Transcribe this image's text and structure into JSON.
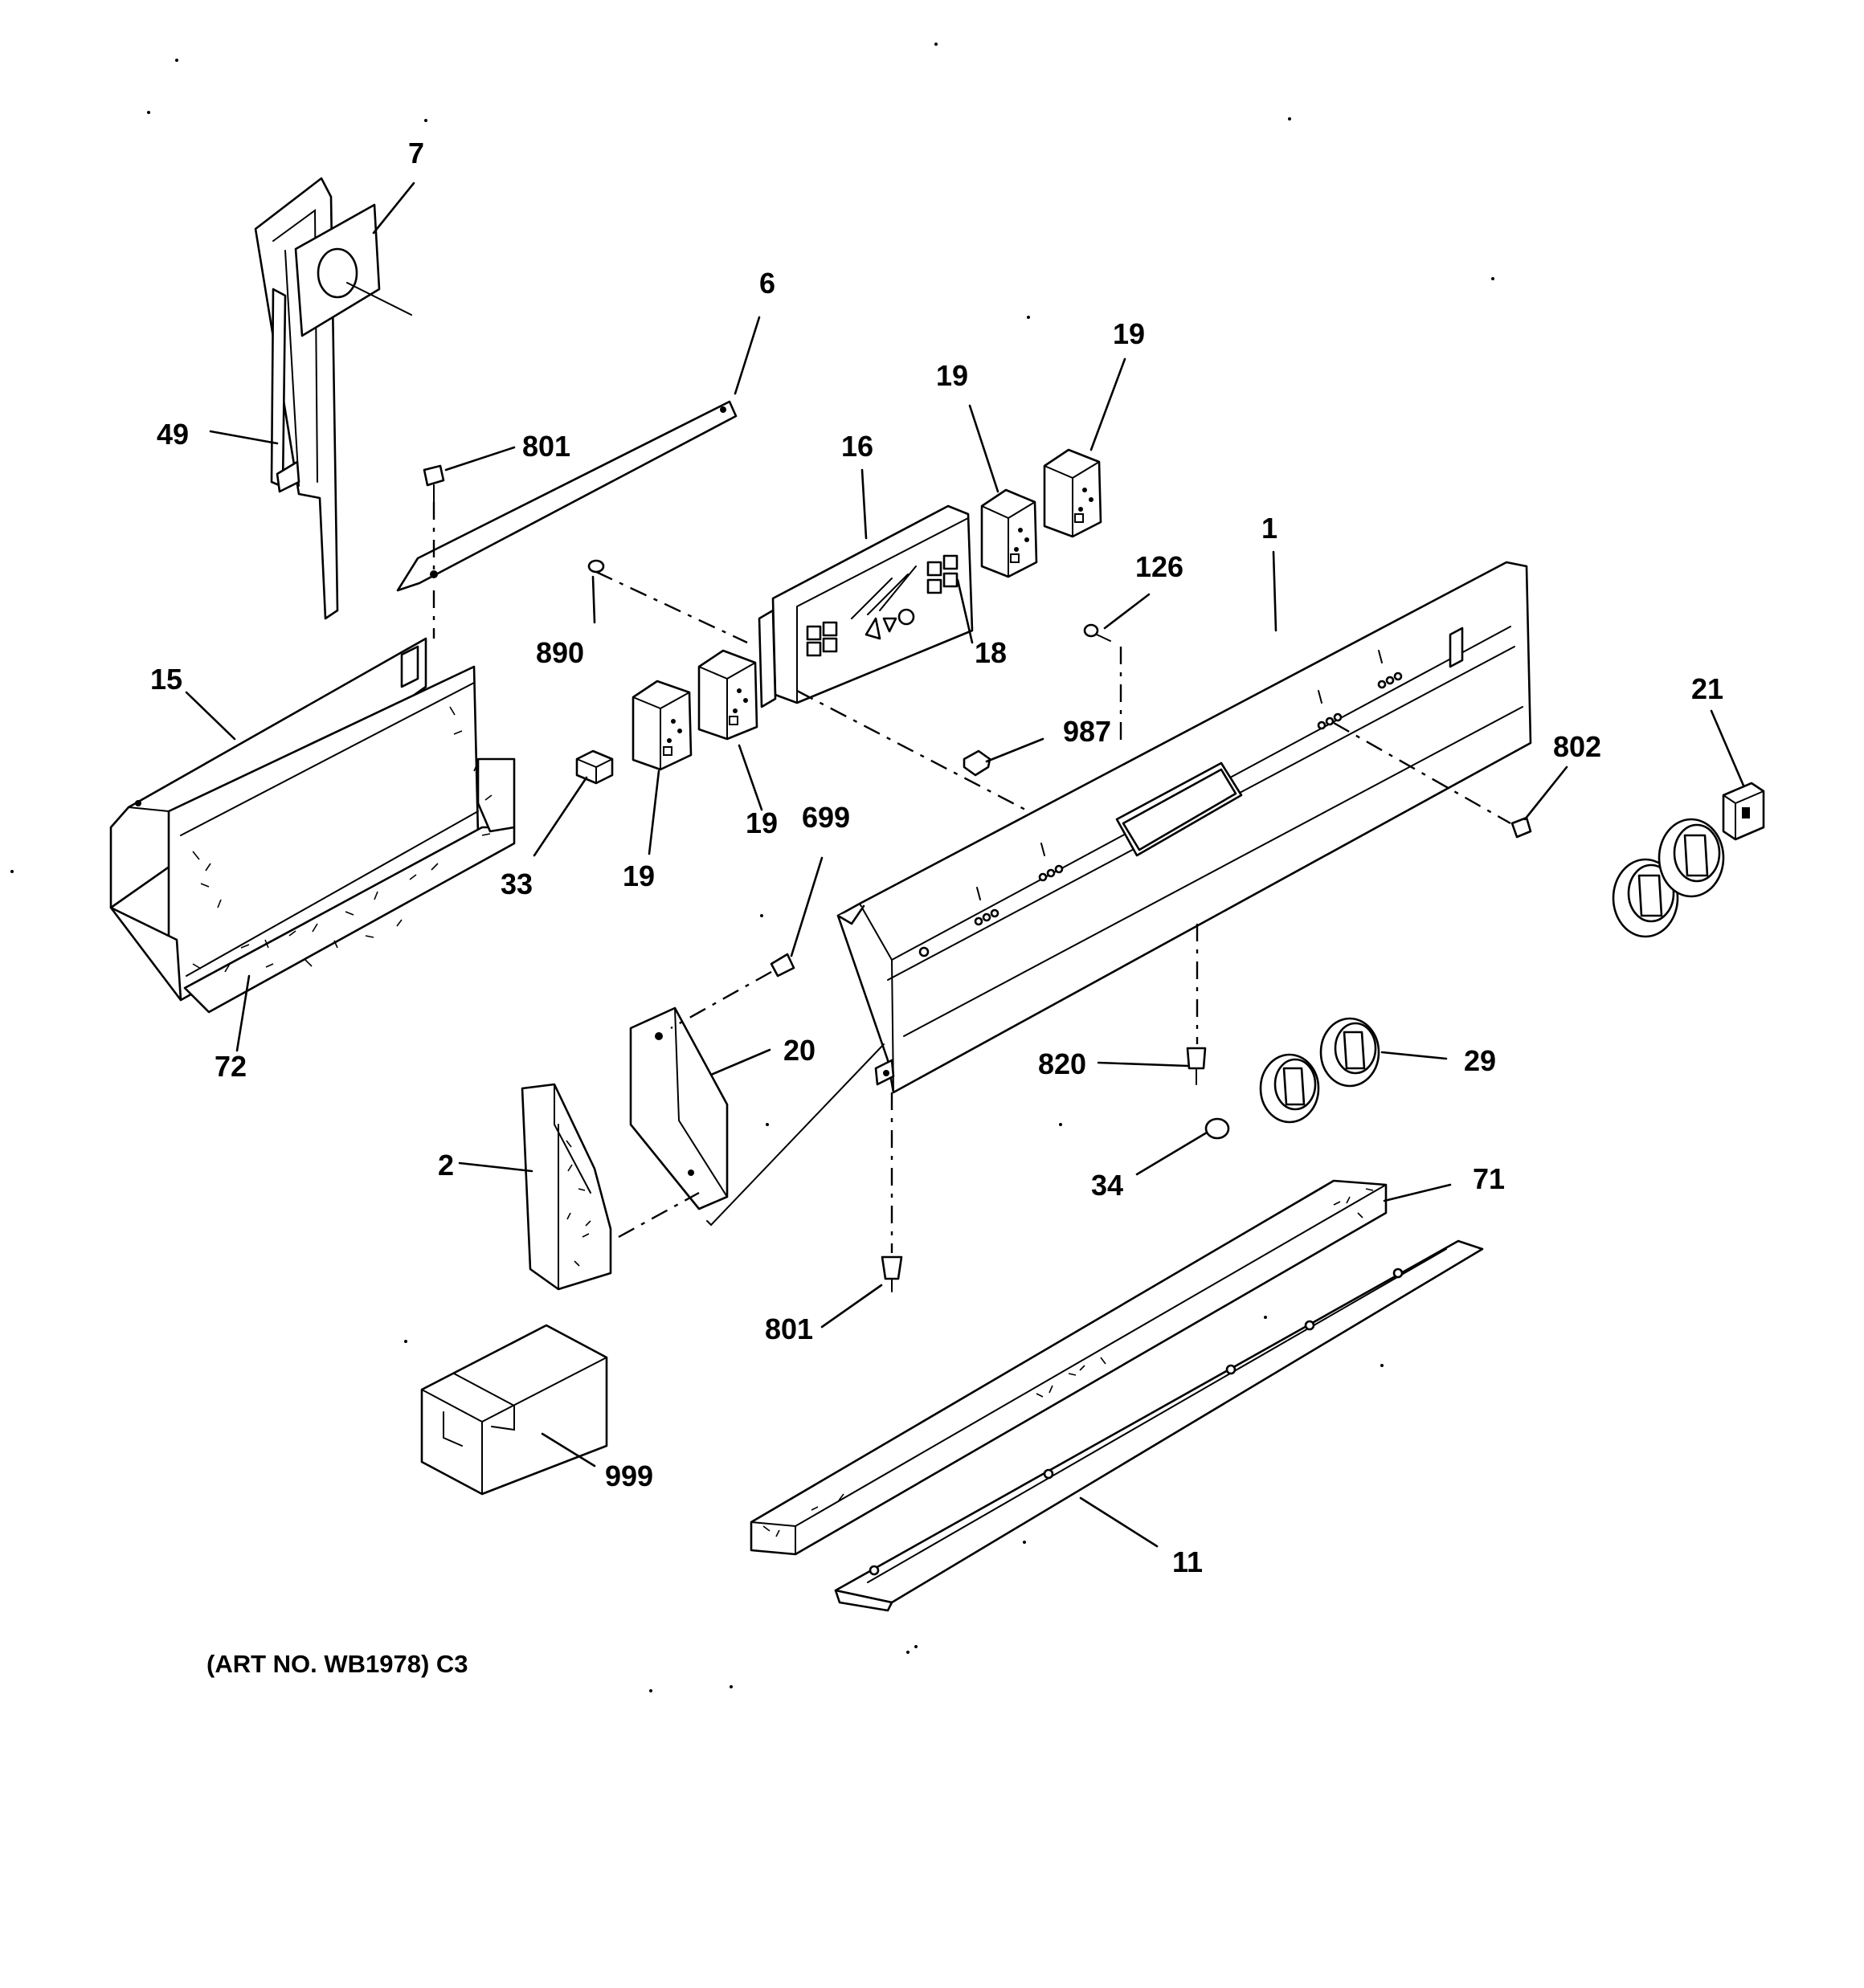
{
  "callouts": {
    "c7": "7",
    "c6": "6",
    "c49": "49",
    "c801_top": "801",
    "c16": "16",
    "c19_a": "19",
    "c19_b": "19",
    "c126": "126",
    "c1": "1",
    "c890": "890",
    "c18": "18",
    "c15": "15",
    "c987": "987",
    "c21": "21",
    "c802": "802",
    "c19_c": "19",
    "c699": "699",
    "c33": "33",
    "c19_d": "19",
    "c72": "72",
    "c20": "20",
    "c820": "820",
    "c29": "29",
    "c2": "2",
    "c34": "34",
    "c71": "71",
    "c801_bottom": "801",
    "c999": "999",
    "c11": "11"
  },
  "caption": "(ART NO. WB1978) C3"
}
